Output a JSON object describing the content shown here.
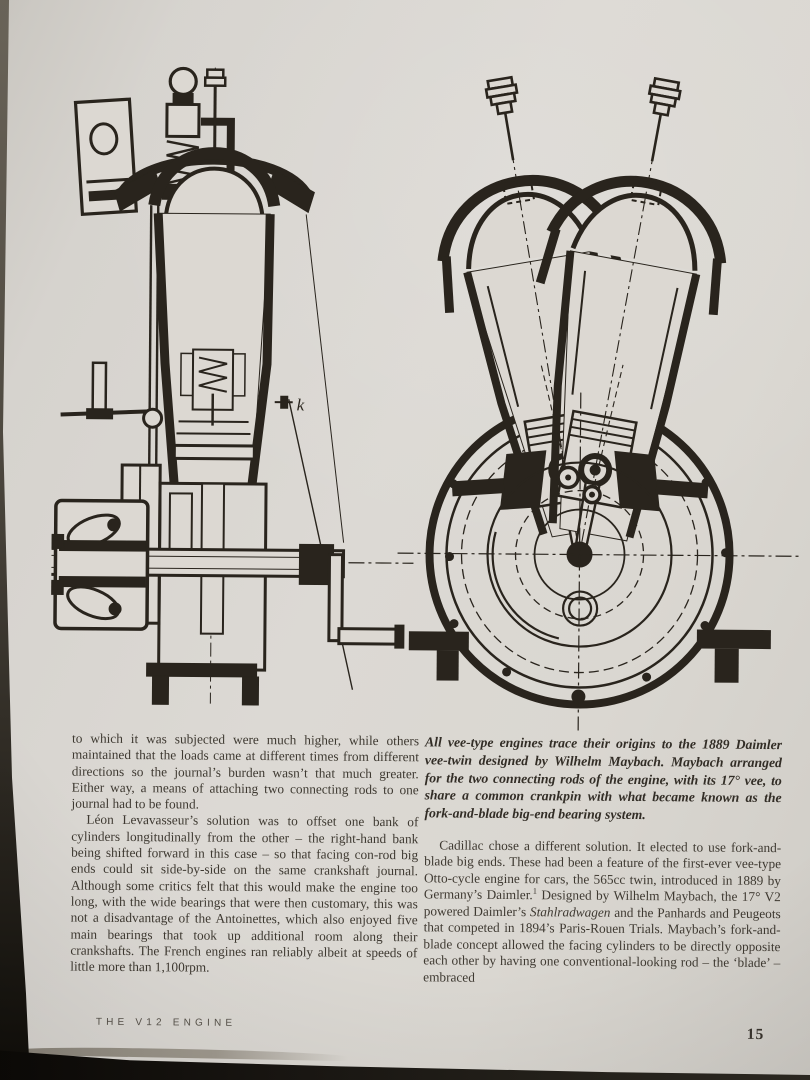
{
  "main": {
    "left_column": {
      "para1": "to which it was subjected were much higher, while others maintained that the loads came at different times from different directions so the journal’s burden wasn’t that much greater. Either way, a means of attaching two connecting rods to one journal had to be found.",
      "para2": "Léon Levavasseur’s solution was to offset one bank of cylinders longitudinally from the other – the right-hand bank being shifted forward in this case – so that facing con-rod big ends could sit side-by-side on the same crankshaft journal. Although some critics felt that this would make the engine too long, with the wide bearings that were then customary, this was not a disadvantage of the Antoinettes, which also enjoyed five main bearings that took up additional room along their crankshafts. The French engines ran reliably albeit at speeds of little more than 1,100rpm."
    },
    "right_column": {
      "caption": "All vee-type engines trace their origins to the 1889 Daimler vee-twin designed by Wilhelm Maybach. Maybach arranged for the two connecting rods of the engine, with its 17° vee, to share a common crankpin with what became known as the fork-and-blade big-end bearing system.",
      "para1_parts": {
        "a": "Cadillac chose a different solution. It elected to use fork-and-blade big ends. These had been a feature of the first-ever vee-type Otto-cycle engine for cars, the 565cc twin, introduced in 1889 by Germany’s Daimler.",
        "footnote": "1",
        "b": " Designed by Wilhelm Maybach, the 17° V2 powered Daimler’s ",
        "italic_word": "Stahlradwagen",
        "c": " and the Panhards and Peugeots that competed in 1894’s Paris-Rouen Trials. Maybach’s fork-and-blade concept allowed the facing cylinders to be directly opposite each other by having one conventional-looking rod – the ‘blade’ – embraced"
      }
    }
  },
  "figures": {
    "left_label": "k"
  },
  "footer": {
    "running_title": "THE V12 ENGINE",
    "page_number": "15"
  },
  "colors": {
    "ink": "#29241d",
    "paper": "#d9d6d0"
  }
}
